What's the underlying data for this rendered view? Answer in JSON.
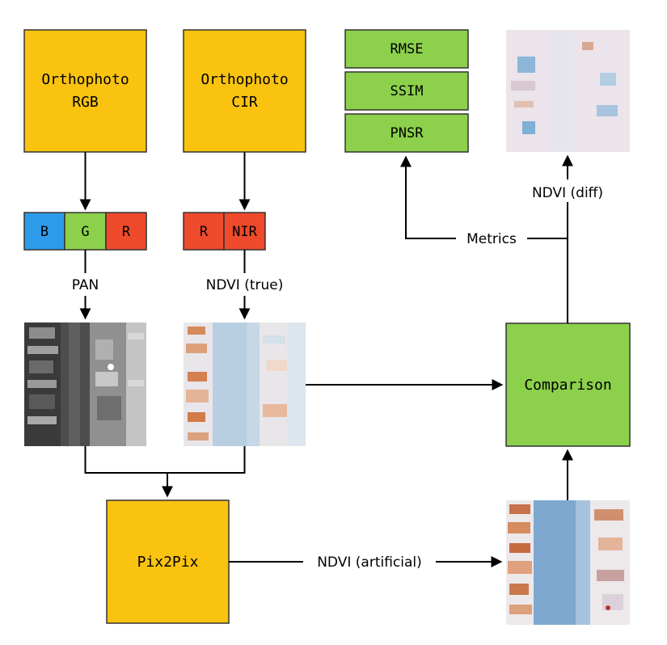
{
  "colors": {
    "yellow": "#F9C310",
    "green": "#8CD04B",
    "blue": "#2D9BEA",
    "red": "#EE4A2B",
    "stroke": "#000000"
  },
  "boxes": {
    "ortho_rgb": {
      "line1": "Orthophoto",
      "line2": "RGB"
    },
    "ortho_cir": {
      "line1": "Orthophoto",
      "line2": "CIR"
    },
    "pix2pix": "Pix2Pix",
    "comparison": "Comparison"
  },
  "bands": {
    "rgb": [
      "B",
      "G",
      "R"
    ],
    "cir": [
      "R",
      "NIR"
    ]
  },
  "metrics": [
    "RMSE",
    "SSIM",
    "PNSR"
  ],
  "edge_labels": {
    "pan": "PAN",
    "ndvi_true": "NDVI (true)",
    "ndvi_artificial": "NDVI (artificial)",
    "ndvi_diff": "NDVI (diff)",
    "metrics": "Metrics"
  },
  "images": {
    "pan": "grayscale-aerial-image",
    "ndvi_true": "ndvi-true-image",
    "ndvi_artificial": "ndvi-artificial-image",
    "ndvi_diff": "ndvi-diff-image"
  }
}
